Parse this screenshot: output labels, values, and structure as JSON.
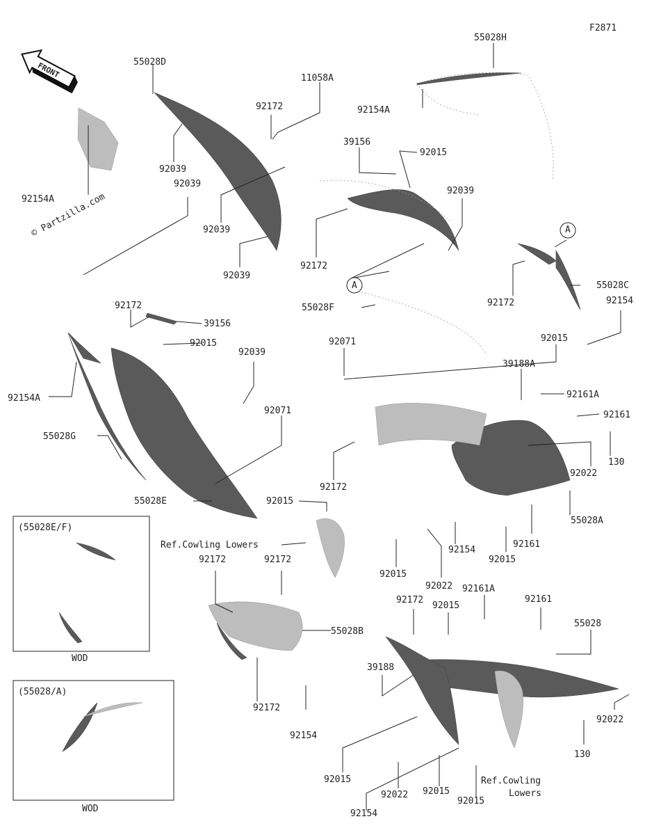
{
  "diagram_code": "F2871",
  "front_arrow_text": "FRONT",
  "watermark": "© Partzilla.com",
  "callout_letter": "A",
  "labels": [
    "55028H",
    "55028D",
    "11058A",
    "92172",
    "92154A",
    "39156",
    "92015",
    "92039",
    "92039",
    "92154A",
    "92039",
    "92039",
    "92039",
    "92172",
    "92172",
    "A",
    "55028C",
    "A",
    "55028F",
    "92154",
    "92172",
    "39156",
    "92015",
    "92071",
    "92015",
    "92039",
    "92154A",
    "39188A",
    "92161A",
    "92071",
    "92161",
    "55028G",
    "130",
    "92172",
    "92022",
    "55028A",
    "55028E",
    "92015",
    "92161",
    "Ref.Cowling Lowers",
    "92015",
    "92154",
    "92022",
    "92015",
    "92172",
    "92172",
    "92161A",
    "92172",
    "92015",
    "92161",
    "55028B",
    "55028",
    "39188",
    "92172",
    "92154",
    "130",
    "92022",
    "92015",
    "92022",
    "92015",
    "92015",
    "92154"
  ],
  "inset_boxes": [
    {
      "title": "(55028E/F)",
      "caption": "WOD"
    },
    {
      "title": "(55028/A)",
      "caption": "WOD"
    }
  ],
  "ref_labels": [
    "Ref.Cowling",
    "Lowers"
  ]
}
